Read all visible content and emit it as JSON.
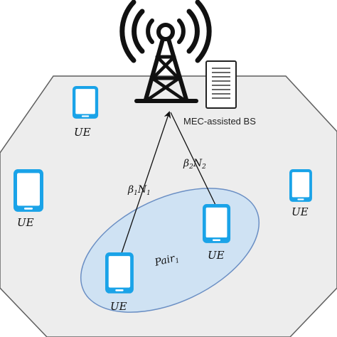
{
  "labels": {
    "bs": "MEC-assisted BS",
    "ue_top_left": "UE",
    "ue_left": "UE",
    "ue_right": "UE",
    "ue_pair_low": "UE",
    "ue_pair_high": "UE"
  },
  "links": {
    "link1": {
      "coef": "β",
      "sub": "1",
      "noise": "N",
      "noise_sub": "1"
    },
    "link2": {
      "coef": "β",
      "sub": "2",
      "noise": "N",
      "noise_sub": "2"
    }
  },
  "pair": {
    "name": "Pair",
    "sub": "1"
  },
  "colors": {
    "cell_fill": "#ededed",
    "cell_stroke": "#5f5f5f",
    "pair_fill": "#cfe2f3",
    "pair_stroke": "#6b8fc4",
    "phone_blue": "#1aa3e8",
    "tower": "#111111",
    "link": "#111111"
  },
  "icons": [
    "antenna-tower-icon",
    "server-icon",
    "smartphone-icon"
  ]
}
